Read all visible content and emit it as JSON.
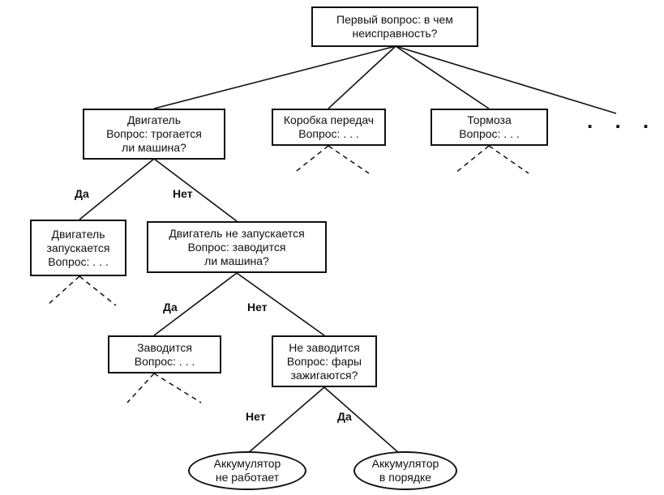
{
  "nodes": {
    "root": {
      "lines": [
        "Первый вопрос: в чем",
        "неисправность?"
      ]
    },
    "engine": {
      "lines": [
        "Двигатель",
        "Вопрос: трогается",
        "ли машина?"
      ]
    },
    "gearbox": {
      "lines": [
        "Коробка передач",
        "Вопрос: . . ."
      ]
    },
    "brakes": {
      "lines": [
        "Тормоза",
        "Вопрос: . . ."
      ]
    },
    "engine_starts": {
      "lines": [
        "Двигатель",
        "запускается",
        "Вопрос: . . ."
      ]
    },
    "engine_not_start": {
      "lines": [
        "Двигатель не запускается",
        "Вопрос: заводится",
        "ли машина?"
      ]
    },
    "starts": {
      "lines": [
        "Заводится",
        "Вопрос: . . ."
      ]
    },
    "not_starts": {
      "lines": [
        "Не заводится",
        "Вопрос: фары",
        "зажигаются?"
      ]
    },
    "battery_bad": {
      "lines": [
        "Аккумулятор",
        "не работает"
      ]
    },
    "battery_ok": {
      "lines": [
        "Аккумулятор",
        "в порядке"
      ]
    }
  },
  "edge_labels": {
    "yes_1": "Да",
    "no_1": "Нет",
    "yes_2": "Да",
    "no_2": "Нет",
    "no_3": "Нет",
    "yes_3": "Да"
  },
  "more_branches": ". . ."
}
